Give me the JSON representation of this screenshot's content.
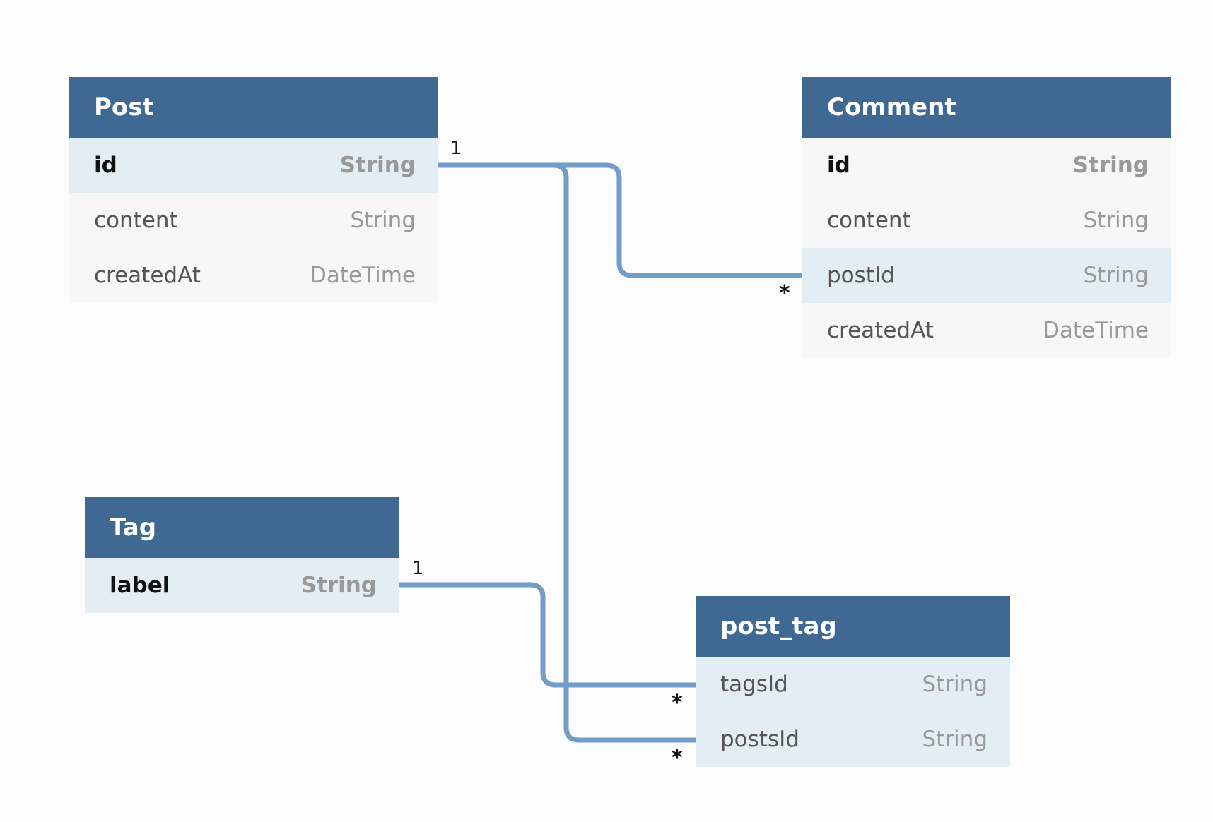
{
  "tables": {
    "post": {
      "name": "Post",
      "fields": [
        {
          "name": "id",
          "type": "String"
        },
        {
          "name": "content",
          "type": "String"
        },
        {
          "name": "createdAt",
          "type": "DateTime"
        }
      ]
    },
    "comment": {
      "name": "Comment",
      "fields": [
        {
          "name": "id",
          "type": "String"
        },
        {
          "name": "content",
          "type": "String"
        },
        {
          "name": "postId",
          "type": "String"
        },
        {
          "name": "createdAt",
          "type": "DateTime"
        }
      ]
    },
    "tag": {
      "name": "Tag",
      "fields": [
        {
          "name": "label",
          "type": "String"
        }
      ]
    },
    "post_tag": {
      "name": "post_tag",
      "fields": [
        {
          "name": "tagsId",
          "type": "String"
        },
        {
          "name": "postsId",
          "type": "String"
        }
      ]
    }
  },
  "relations": {
    "post_comment": {
      "from": "Post.id",
      "to": "Comment.postId",
      "from_card": "1",
      "to_card": "*"
    },
    "post_posttag": {
      "from": "Post.id",
      "to": "post_tag.postsId",
      "from_card": "1",
      "to_card": "*"
    },
    "tag_posttag": {
      "from": "Tag.label",
      "to": "post_tag.tagsId",
      "from_card": "1",
      "to_card": "*"
    }
  },
  "colors": {
    "header": "#3f6893",
    "line": "#729dc9",
    "highlight_row": "#e3edf4",
    "row": "#f7f7f7"
  }
}
